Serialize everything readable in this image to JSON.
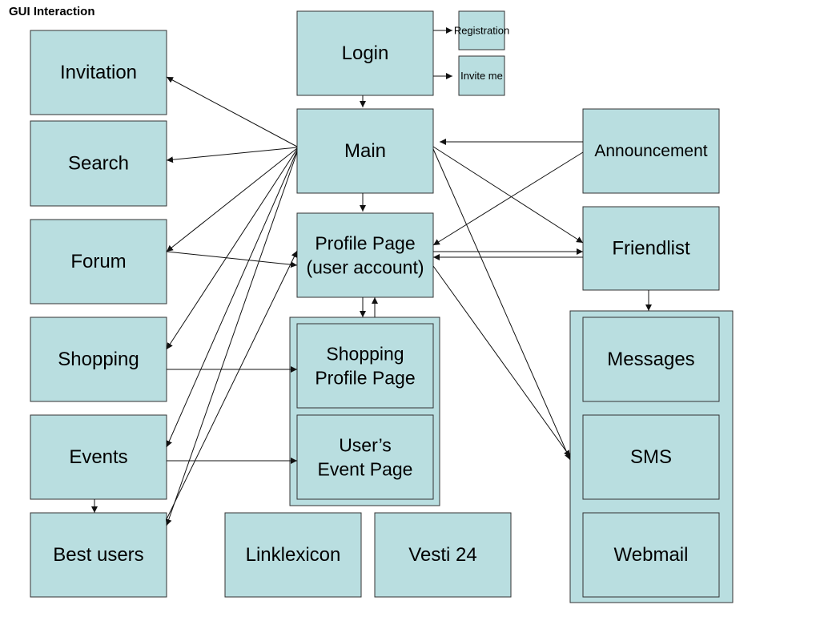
{
  "title": "GUI Interaction",
  "nodes": {
    "invitation": {
      "lines": [
        "Invitation"
      ]
    },
    "search": {
      "lines": [
        "Search"
      ]
    },
    "forum": {
      "lines": [
        "Forum"
      ]
    },
    "shopping": {
      "lines": [
        "Shopping"
      ]
    },
    "events": {
      "lines": [
        "Events"
      ]
    },
    "best_users": {
      "lines": [
        "Best users"
      ]
    },
    "login": {
      "lines": [
        "Login"
      ]
    },
    "registration": {
      "lines": [
        "Registration"
      ]
    },
    "invite_me": {
      "lines": [
        "Invite me"
      ]
    },
    "main": {
      "lines": [
        "Main"
      ]
    },
    "profile": {
      "lines": [
        "Profile Page",
        "(user account)"
      ]
    },
    "shopping_profile": {
      "lines": [
        "Shopping",
        "Profile Page"
      ]
    },
    "user_event": {
      "lines": [
        "User’s",
        "Event Page"
      ]
    },
    "linklexicon": {
      "lines": [
        "Linklexicon"
      ]
    },
    "vesti": {
      "lines": [
        "Vesti 24"
      ]
    },
    "announcement": {
      "lines": [
        "Announcement"
      ]
    },
    "friendlist": {
      "lines": [
        "Friendlist"
      ]
    },
    "messages": {
      "lines": [
        "Messages"
      ]
    },
    "sms": {
      "lines": [
        "SMS"
      ]
    },
    "webmail": {
      "lines": [
        "Webmail"
      ]
    }
  },
  "edges": [
    [
      "login",
      "registration"
    ],
    [
      "login",
      "invite_me"
    ],
    [
      "login",
      "main"
    ],
    [
      "main",
      "invitation"
    ],
    [
      "main",
      "search"
    ],
    [
      "main",
      "forum"
    ],
    [
      "main",
      "shopping"
    ],
    [
      "main",
      "events"
    ],
    [
      "main",
      "best_users"
    ],
    [
      "main",
      "profile"
    ],
    [
      "main",
      "friendlist"
    ],
    [
      "main",
      "communication"
    ],
    [
      "announcement",
      "main"
    ],
    [
      "announcement",
      "profile"
    ],
    [
      "forum",
      "profile"
    ],
    [
      "shopping",
      "shopping_profile"
    ],
    [
      "events",
      "user_event"
    ],
    [
      "best_users",
      "profile"
    ],
    [
      "events",
      "best_users"
    ],
    [
      "profile",
      "friendlist"
    ],
    [
      "friendlist",
      "profile"
    ],
    [
      "profile",
      "profile_group"
    ],
    [
      "profile_group",
      "profile"
    ],
    [
      "profile",
      "communication"
    ],
    [
      "friendlist",
      "communication"
    ]
  ],
  "colors": {
    "box_fill": "#b9dee0",
    "box_stroke": "#333333"
  }
}
